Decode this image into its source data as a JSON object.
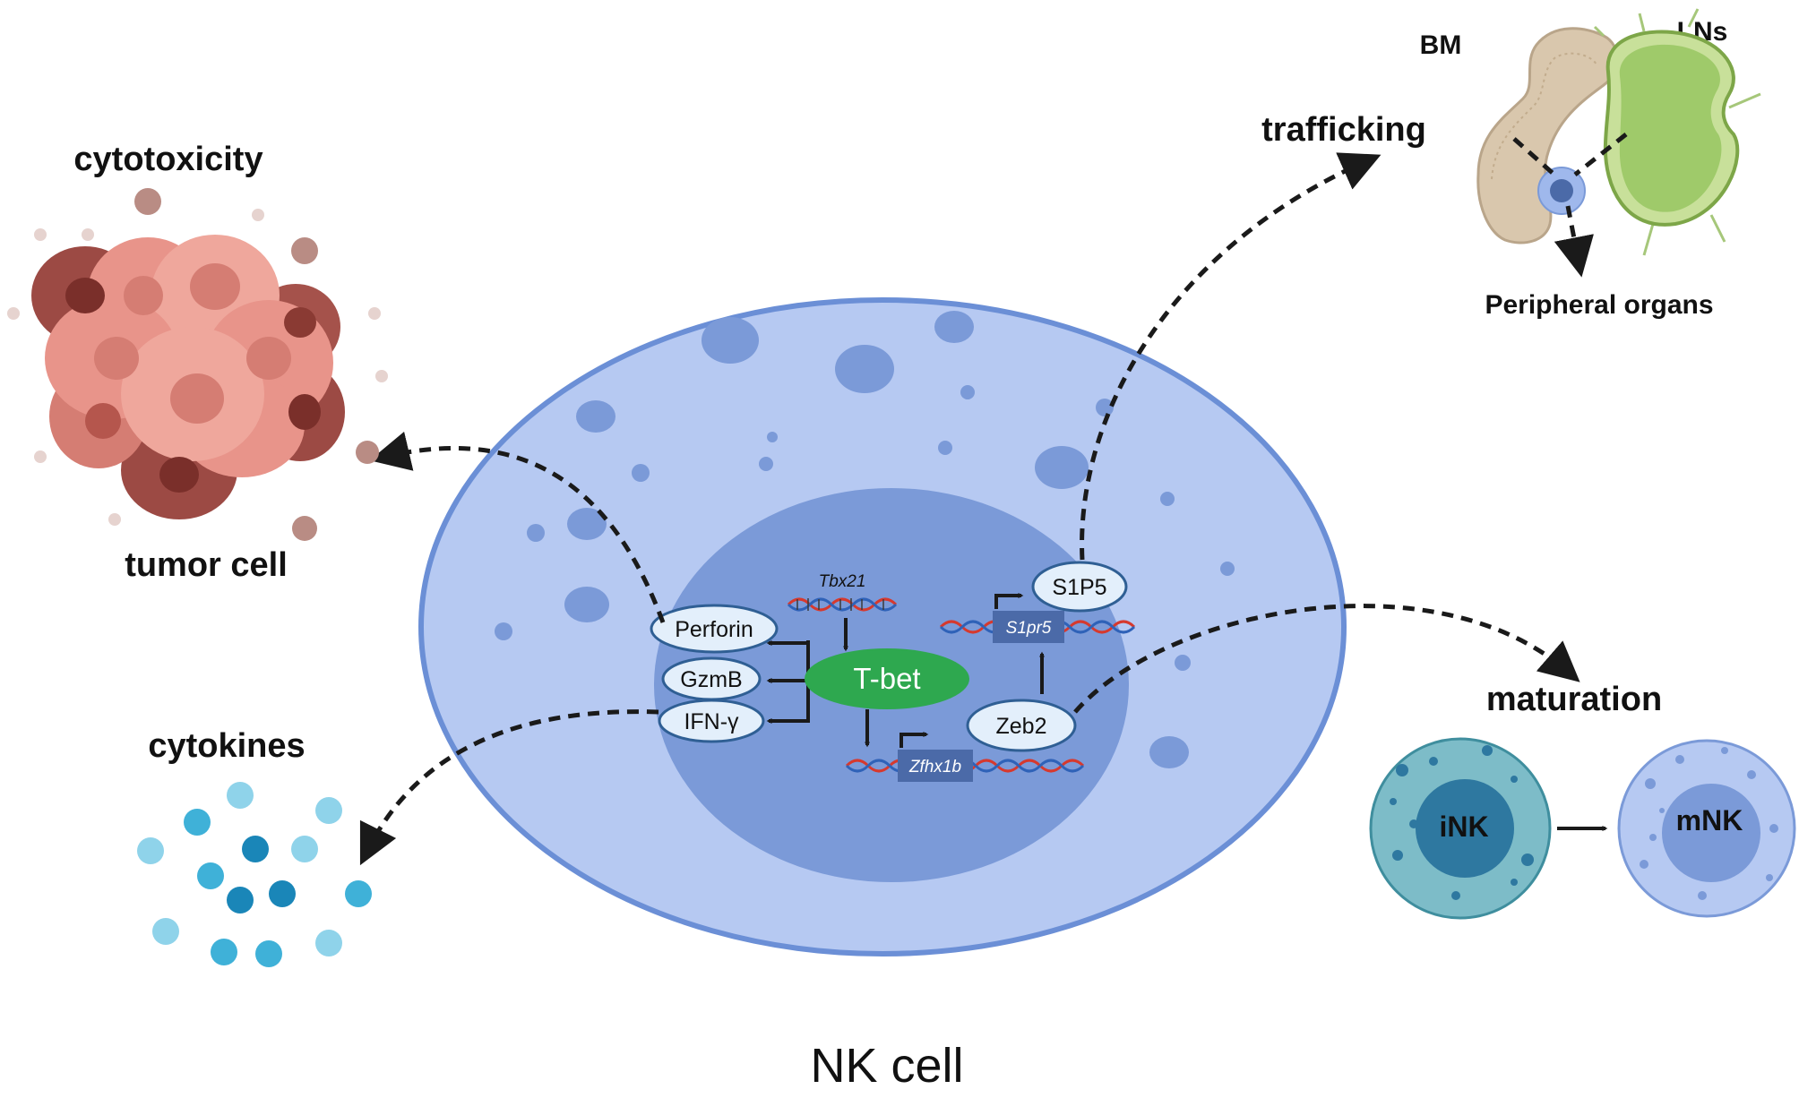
{
  "title": "NK cell",
  "labels": {
    "cytotoxicity": "cytotoxicity",
    "tumor_cell": "tumor cell",
    "cytokines": "cytokines",
    "trafficking": "trafficking",
    "bm": "BM",
    "lns": "LNs",
    "peripheral_organs": "Peripheral organs",
    "maturation": "maturation",
    "ink": "iNK",
    "mnk": "mNK"
  },
  "nodes": {
    "tbet": "T-bet",
    "perforin": "Perforin",
    "gzmb": "GzmB",
    "ifng": "IFN-γ",
    "zeb2": "Zeb2",
    "s1p5": "S1P5"
  },
  "genes": {
    "tbx21": "Tbx21",
    "zfhx1b": "Zfhx1b",
    "s1pr5": "S1pr5"
  },
  "colors": {
    "cell_outer": "#b6c9f2",
    "cell_border": "#6b8fd6",
    "nucleus": "#7b9ad8",
    "tbet": "#2ea84f",
    "node_fill": "#e3effb",
    "node_border": "#2f5f94",
    "gene_box": "#4b6aa8",
    "tumor": "#e8948a",
    "tumor_dark": "#9c4a44",
    "cytokine": "#5bc1e0",
    "cytokine_dark": "#1a86b8",
    "ink_outer": "#7dbcc8",
    "ink_inner": "#2e78a0",
    "mnk_outer": "#b6c9f2",
    "mnk_inner": "#7b9ad8",
    "bone": "#d9c7ad",
    "lymph_node": "#9fca6a"
  }
}
